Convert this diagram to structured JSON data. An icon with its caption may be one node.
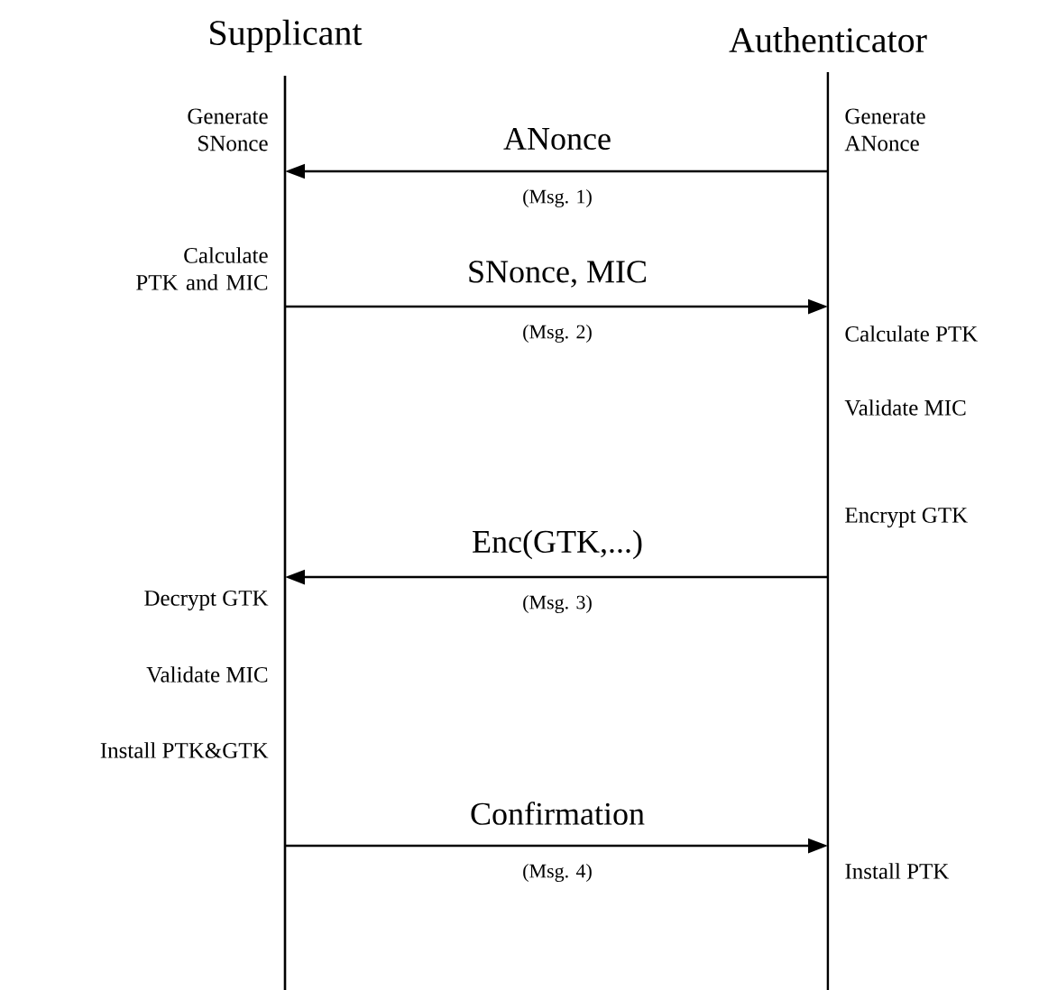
{
  "diagram": {
    "nodes": [
      {
        "text": [
          "Supplicant"
        ]
      },
      {
        "text": [
          "Authenticator"
        ]
      }
    ],
    "edges": [
      {
        "from": 1,
        "to": 0,
        "arrow": "to",
        "label": "ANonce"
      },
      {
        "from": 0,
        "to": 1,
        "arrow": "to",
        "label": "SNonce, MIC"
      },
      {
        "from": 1,
        "to": 0,
        "arrow": "to",
        "label": "Enc(GTK,...)"
      },
      {
        "from": 0,
        "to": 1,
        "arrow": "to",
        "label": "Confirmation"
      }
    ],
    "labels": [
      "Generate SNonce",
      "Generate ANonce",
      "(Msg. 1)",
      "Calculate PTK and MIC",
      "(Msg. 2)",
      "Calculate PTK",
      "Validate MIC",
      "Encrypt GTK",
      "Decrypt GTK",
      "(Msg. 3)",
      "Validate MIC",
      "Install PTK&GTK",
      "(Msg. 4)",
      "Install PTK"
    ]
  }
}
